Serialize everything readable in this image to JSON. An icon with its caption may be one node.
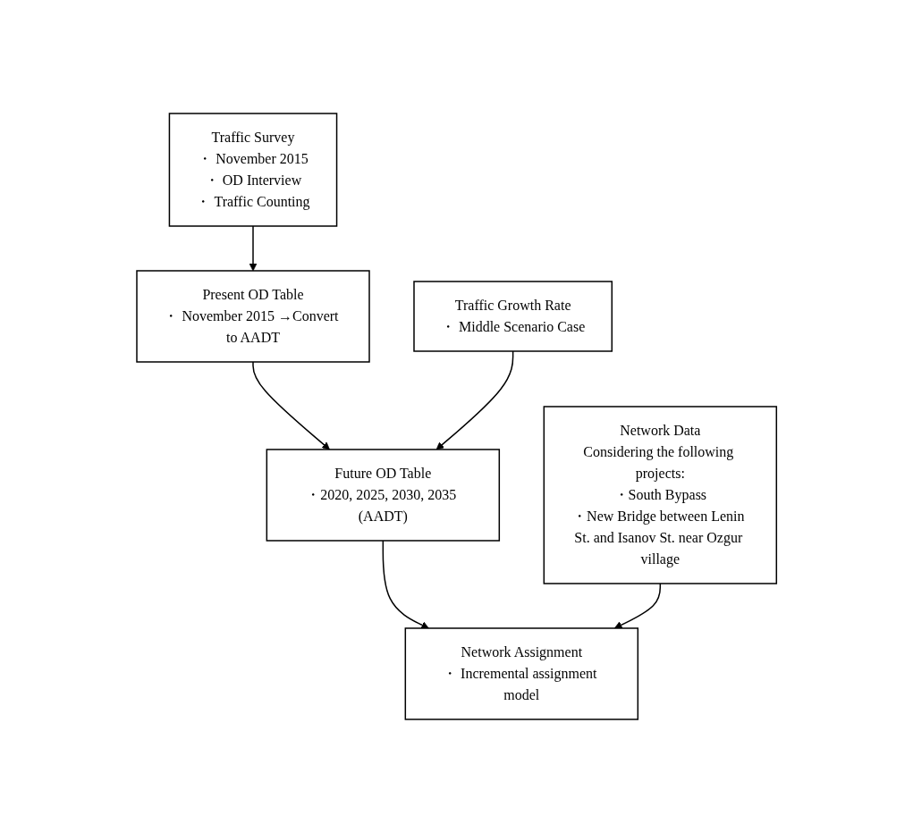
{
  "diagram": {
    "nodes": [
      {
        "text": [
          "Traffic Survey",
          "・ November 2015",
          "・ OD Interview",
          "・ Traffic Counting"
        ]
      },
      {
        "text": [
          "Present OD Table",
          "・ November 2015 →Convert to AADT"
        ]
      },
      {
        "text": [
          "Future OD Table",
          "・2020, 2025, 2030, 2035 (AADT)"
        ]
      },
      {
        "text": [
          "Traffic Growth Rate",
          "・ Middle Scenario Case"
        ]
      },
      {
        "text": [
          "Network Data",
          "Considering the following projects:",
          "・South Bypass",
          "・New Bridge between Lenin St. and Isanov St. near Ozgur village"
        ]
      },
      {
        "text": [
          "Network Assignment",
          "・ Incremental assignment model"
        ]
      }
    ],
    "edges": [
      {
        "from": 0,
        "to": 1,
        "arrow": "to"
      },
      {
        "from": 1,
        "to": 2,
        "arrow": "to"
      },
      {
        "from": 3,
        "to": 2,
        "arrow": "to"
      },
      {
        "from": 2,
        "to": 5,
        "arrow": "to"
      },
      {
        "from": 4,
        "to": 5,
        "arrow": "to"
      }
    ]
  }
}
